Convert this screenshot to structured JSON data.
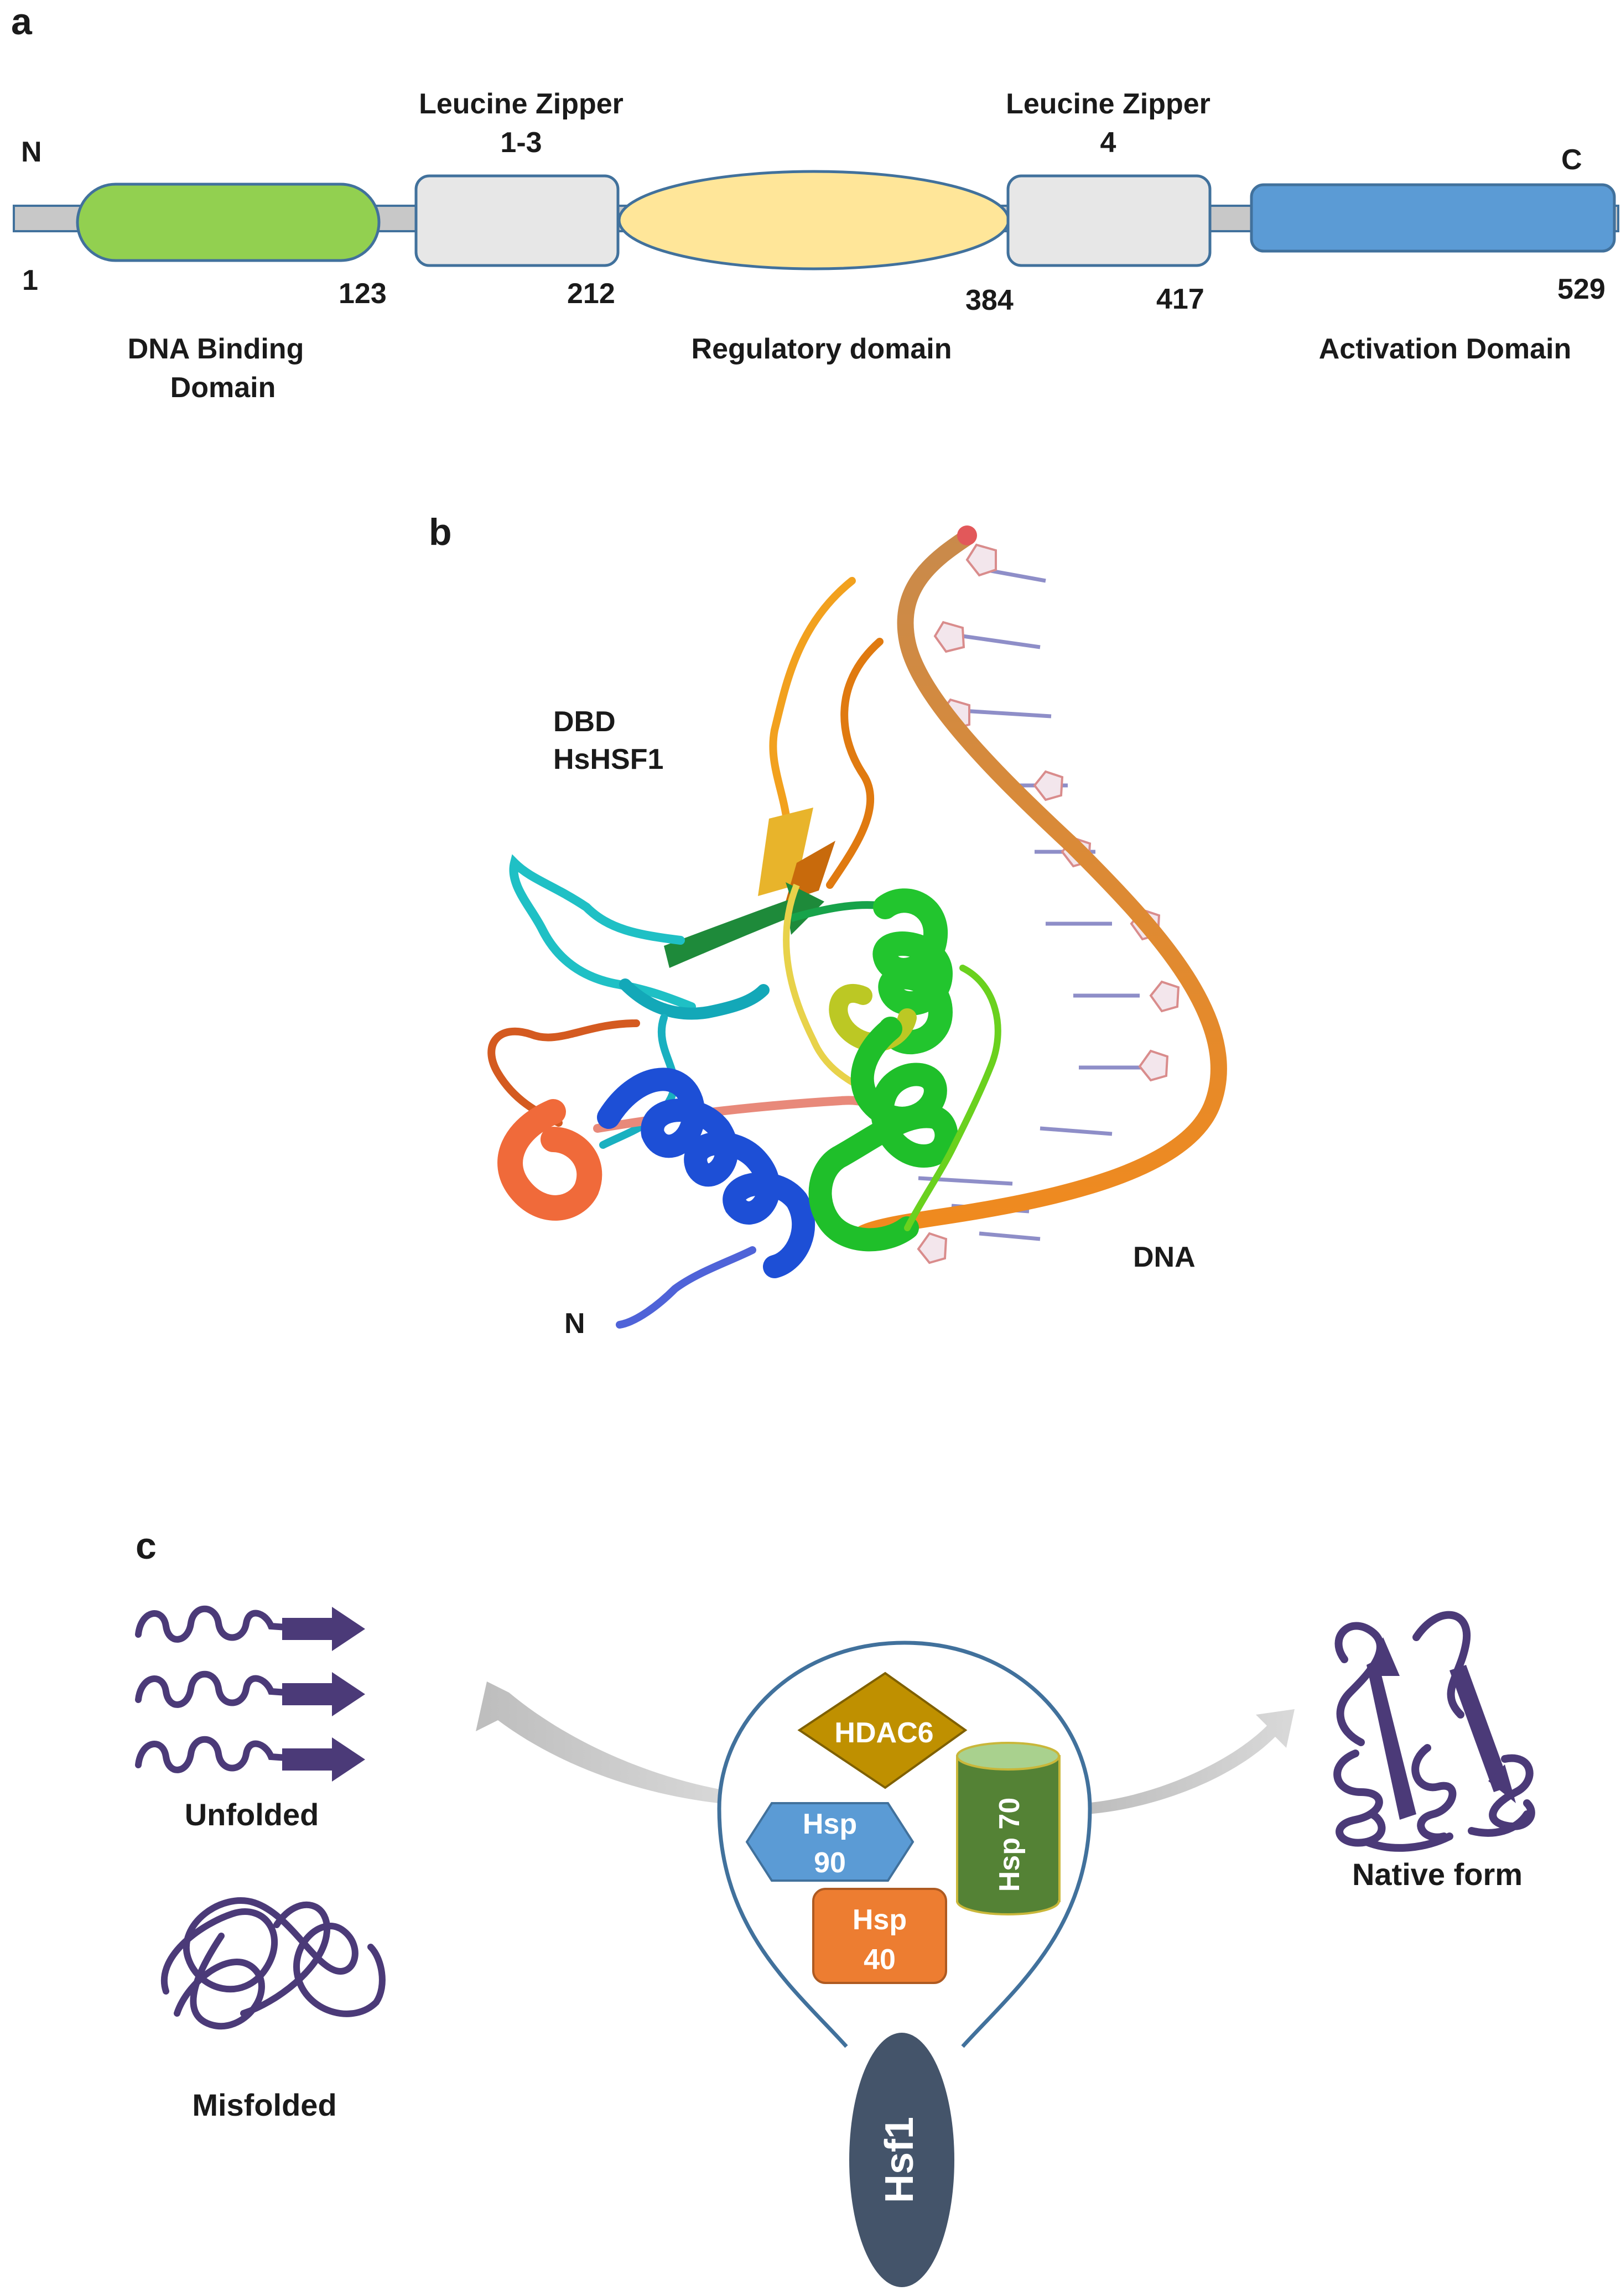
{
  "panel_a": {
    "letter": "a",
    "n_terminus": "N",
    "c_terminus": "C",
    "positions": [
      "1",
      "123",
      "212",
      "384",
      "417",
      "529"
    ],
    "leucine_zipper_1_3": {
      "line1": "Leucine Zipper",
      "line2": "1-3"
    },
    "leucine_zipper_4": {
      "line1": "Leucine Zipper",
      "line2": "4"
    },
    "dna_binding_domain": {
      "line1": "DNA Binding",
      "line2": "Domain"
    },
    "regulatory_domain": "Regulatory domain",
    "activation_domain": "Activation Domain",
    "colors": {
      "dbd": "#92d050",
      "zipper": "#e7e7e7",
      "regulatory": "#ffe699",
      "activation": "#5b9bd5",
      "linker": "#c8c8c8",
      "outline": "#41719c"
    }
  },
  "panel_b": {
    "letter": "b",
    "dbd_label": {
      "line1": "DBD",
      "line2": "HsHSF1"
    },
    "dna_label": "DNA",
    "n_label": "N"
  },
  "panel_c": {
    "letter": "c",
    "unfolded": "Unfolded",
    "misfolded": "Misfolded",
    "native_form": "Native form",
    "hdac6": "HDAC6",
    "hsp90": {
      "line1": "Hsp",
      "line2": "90"
    },
    "hsp40": {
      "line1": "Hsp",
      "line2": "40"
    },
    "hsp70": "Hsp 70",
    "hsf1": "Hsf1",
    "colors": {
      "hdac6": "#bf9000",
      "hsp90": "#5b9bd5",
      "hsp40": "#ed7d31",
      "hsp70": "#548235",
      "hsf1": "#44546a",
      "protein": "#4b3a78"
    }
  }
}
